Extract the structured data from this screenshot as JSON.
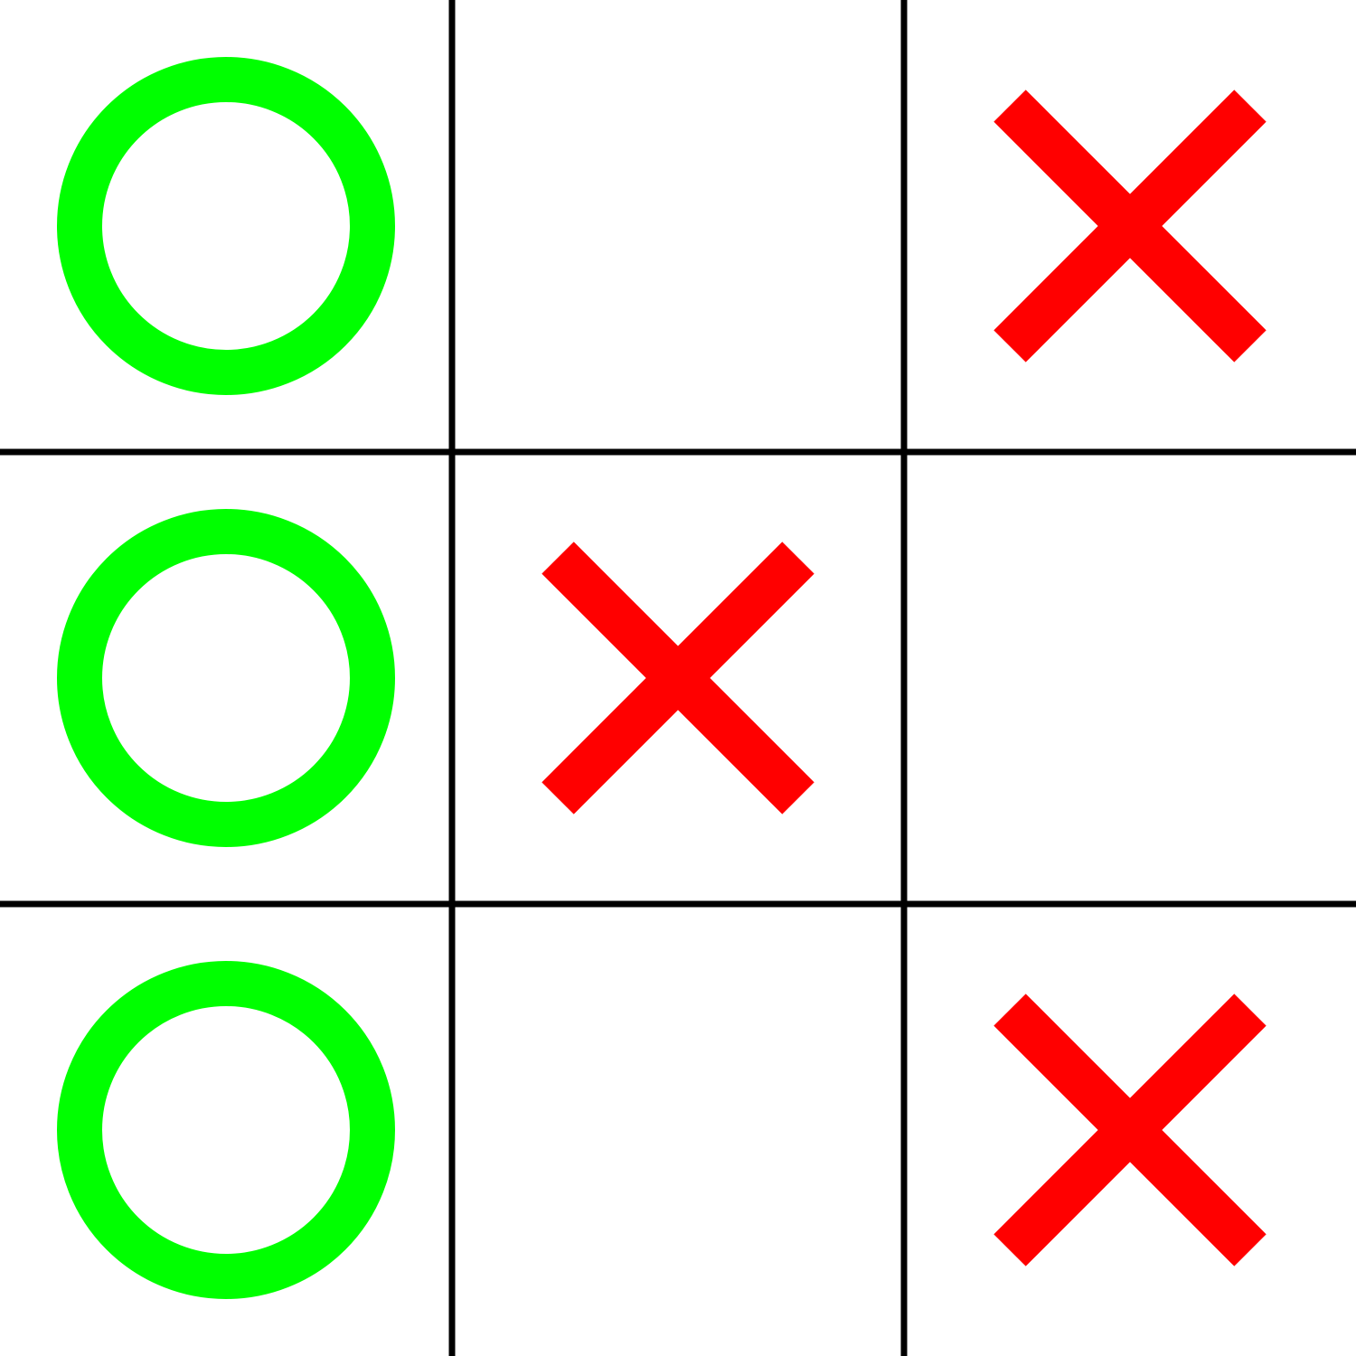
{
  "game": {
    "type": "tic-tac-toe",
    "rows": 3,
    "cols": 3,
    "board": [
      [
        "O",
        "",
        "X"
      ],
      [
        "O",
        "X",
        ""
      ],
      [
        "O",
        "",
        "X"
      ]
    ]
  },
  "colors": {
    "background": "#ffffff",
    "grid_line": "#000000",
    "o_mark": "#00ff00",
    "x_mark": "#ff0000"
  },
  "icons": {
    "O": "circle-icon",
    "X": "cross-icon"
  }
}
